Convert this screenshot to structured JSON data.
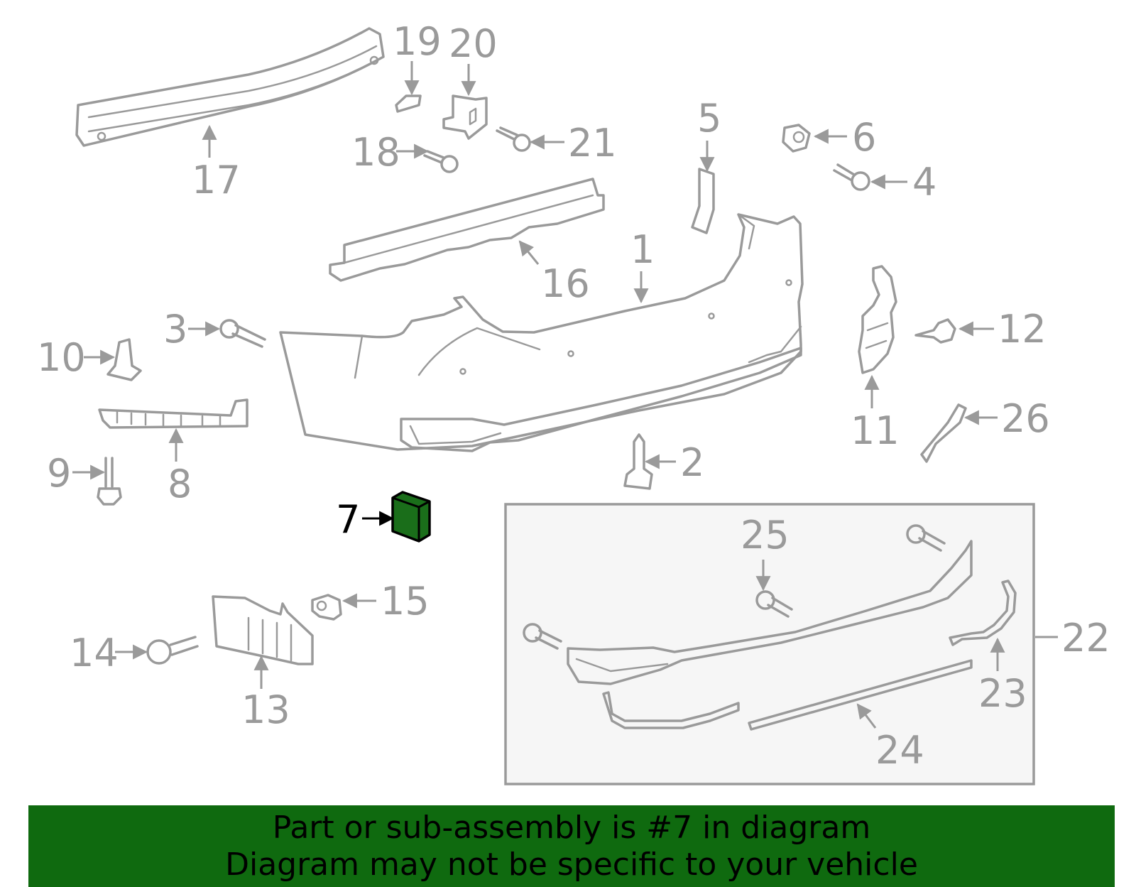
{
  "colors": {
    "part_stroke": "#9a9a9a",
    "highlight_fill": "#1a6e1a",
    "banner_bg": "#0f6a0f",
    "label_text": "#9a9a9a",
    "highlight_label": "#000000"
  },
  "callouts": [
    "1",
    "2",
    "3",
    "4",
    "5",
    "6",
    "7",
    "8",
    "9",
    "10",
    "11",
    "12",
    "13",
    "14",
    "15",
    "16",
    "17",
    "18",
    "19",
    "20",
    "21",
    "22",
    "23",
    "24",
    "25",
    "26"
  ],
  "highlighted_part": "7",
  "banner": {
    "line1": "Part or sub-assembly is #7 in diagram",
    "line2": "Diagram may not be specific to your vehicle"
  }
}
